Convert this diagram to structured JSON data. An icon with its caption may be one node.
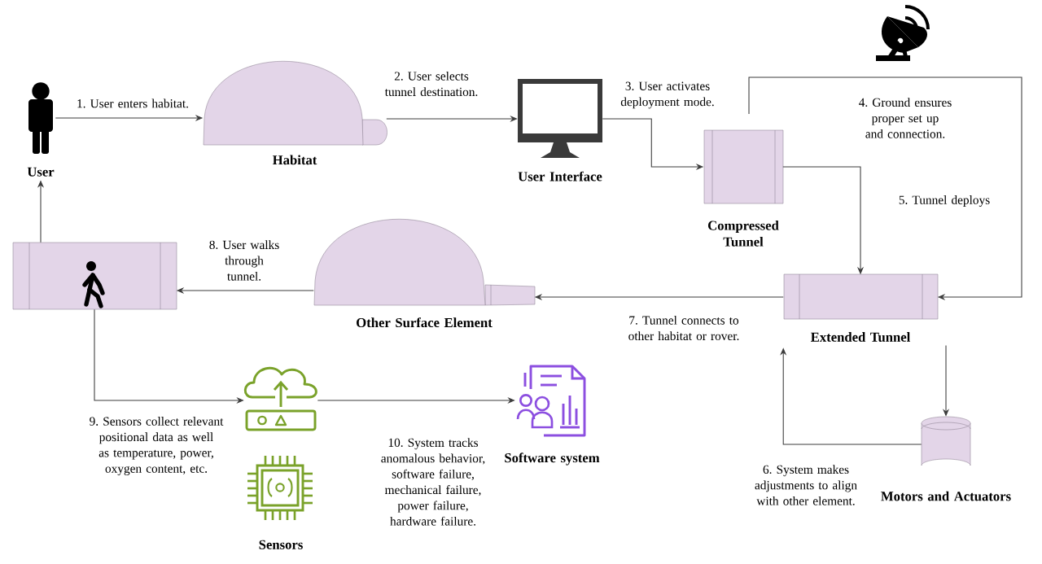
{
  "diagram": {
    "nodes": [
      {
        "text": [
          "User"
        ]
      },
      {
        "text": [
          "Habitat"
        ]
      },
      {
        "text": [
          "User Interface"
        ]
      },
      {
        "text": [
          "Compressed Tunnel"
        ]
      },
      {
        "text": [
          "Extended Tunnel"
        ]
      },
      {
        "text": [
          "Motors and Actuators"
        ]
      },
      {
        "text": [
          "Other Surface Element"
        ]
      },
      {
        "text": [],
        "shape": "box"
      },
      {
        "text": [
          "Sensors"
        ]
      },
      {
        "text": [
          "Software system"
        ]
      }
    ],
    "edges": [
      {
        "from": 0,
        "to": 1,
        "arrow": "to",
        "label": "1. User enters habitat."
      },
      {
        "from": 1,
        "to": 2,
        "arrow": "to",
        "label": "2. User selects tunnel destination."
      },
      {
        "from": 2,
        "to": 3,
        "arrow": "to",
        "label": "3. User activates deployment mode."
      },
      {
        "from": null,
        "to": 4,
        "arrow": "to",
        "label": "4. Ground ensures proper set up and connection."
      },
      {
        "from": 3,
        "to": 4,
        "arrow": "to",
        "label": "5. Tunnel deploys"
      },
      {
        "from": 5,
        "to": 4,
        "arrow": "to",
        "label": "6. System makes adjustments to align with other element."
      },
      {
        "from": 4,
        "to": 5,
        "arrow": "to"
      },
      {
        "from": 4,
        "to": 6,
        "arrow": "to",
        "label": "7. Tunnel connects to other habitat or rover."
      },
      {
        "from": 6,
        "to": 7,
        "arrow": "to",
        "label": "8. User walks through tunnel."
      },
      {
        "from": 7,
        "to": 0,
        "arrow": "to"
      },
      {
        "from": 7,
        "to": 8,
        "arrow": "to",
        "label": "9. Sensors collect relevant positional data as well as temperature, power, oxygen content, etc."
      },
      {
        "from": 8,
        "to": 9,
        "arrow": "to",
        "label": "10. System tracks anomalous behavior, software failure, mechanical failure, power failure, hardware failure."
      }
    ]
  }
}
